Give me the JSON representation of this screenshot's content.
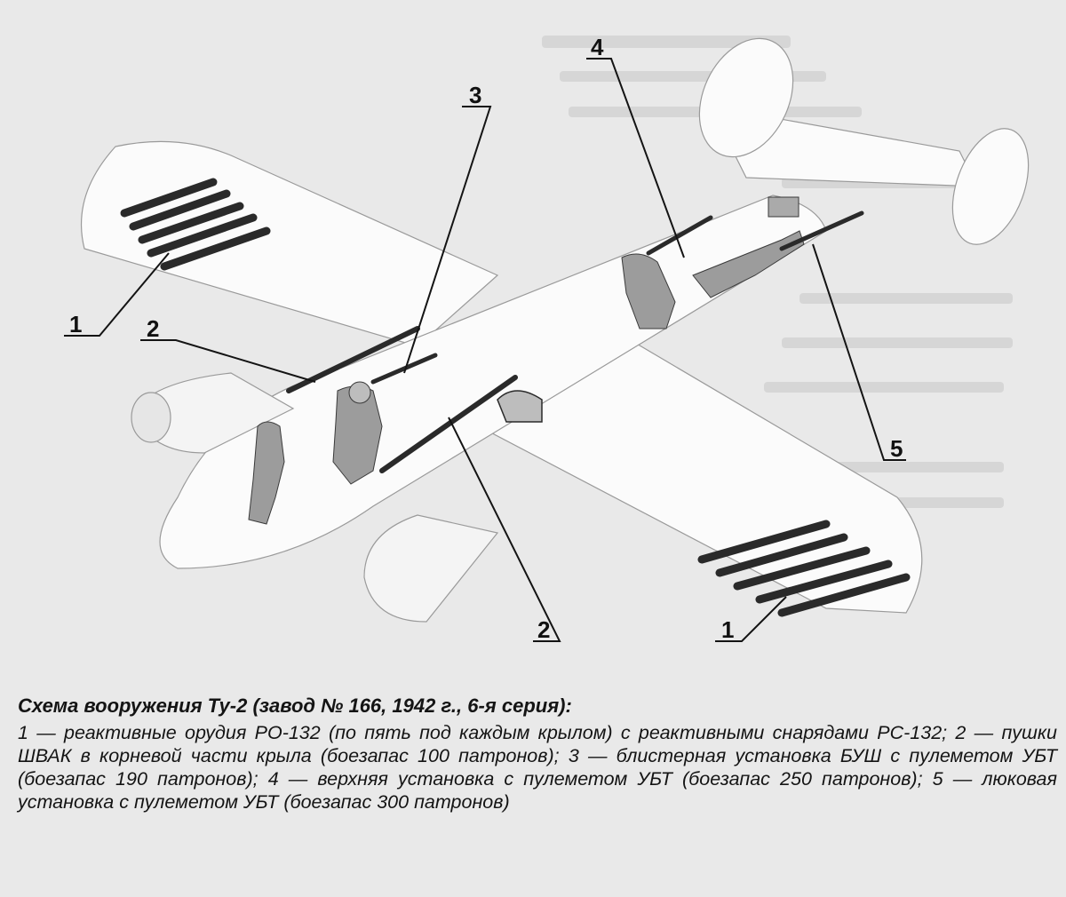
{
  "callouts": [
    {
      "number": "1"
    },
    {
      "number": "2"
    },
    {
      "number": "3"
    },
    {
      "number": "4"
    },
    {
      "number": "5"
    },
    {
      "number": "2"
    },
    {
      "number": "1"
    }
  ],
  "caption": {
    "title": "Схема вооружения Ту-2 (завод № 166, 1942 г., 6-я серия):",
    "body": "1 — реактивные орудия РО-132 (по пять под каждым крылом) с реактивными снарядами РС-132; 2 — пушки ШВАК в корневой части крыла (боезапас 100 патронов); 3 — блистерная установка БУШ с пулеметом УБТ (боезапас 190 патронов); 4 — верхняя установка с пулеметом УБТ (боезапас 250 патронов); 5 — люковая установка с пулеметом УБТ (боезапас 300 патронов)"
  },
  "colors": {
    "background": "#e9e9e9",
    "airframe": "#fbfbfb",
    "ink": "#141414",
    "weapon": "#2a2a2a"
  }
}
